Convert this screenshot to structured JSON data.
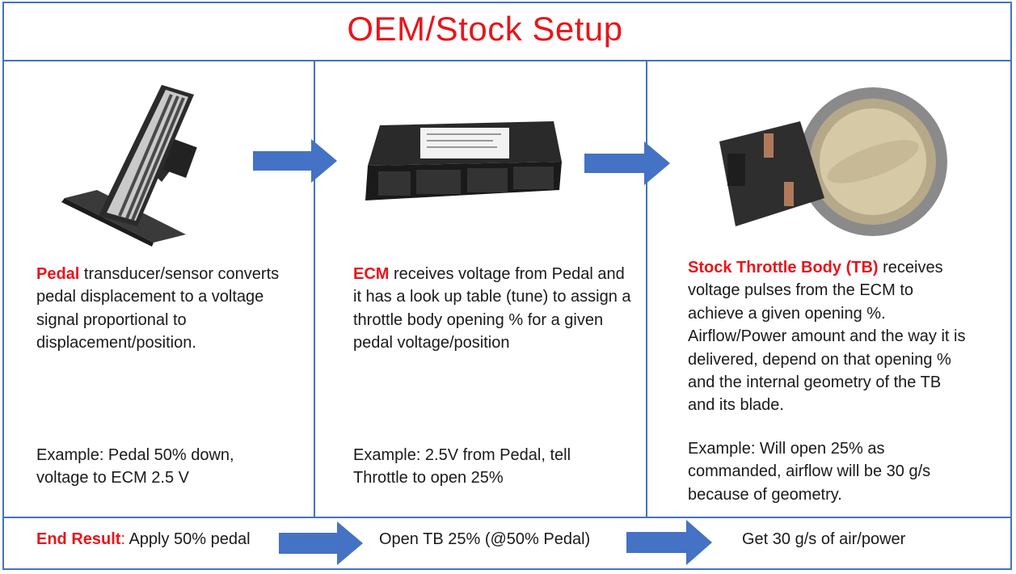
{
  "title": "OEM/Stock Setup",
  "columns": [
    {
      "image": "accelerator-pedal-photo",
      "highlight": "Pedal",
      "text": " transducer/sensor converts pedal displacement to a voltage signal proportional to displacement/position.",
      "example": "Example: Pedal 50% down, voltage to ECM 2.5 V"
    },
    {
      "image": "ecm-module-photo",
      "highlight": "ECM",
      "text": " receives voltage from Pedal and it has a look up table (tune) to assign a throttle body opening % for a given pedal voltage/position",
      "example": "Example: 2.5V from Pedal, tell Throttle to open 25%"
    },
    {
      "image": "throttle-body-photo",
      "highlight": "Stock Throttle Body (TB)",
      "text": " receives voltage pulses from the ECM to achieve a given opening %. Airflow/Power amount and the way it is delivered, depend on that opening % and the internal geometry of the TB and its blade.",
      "example": "Example: Will open 25% as commanded, airflow will be 30 g/s because of geometry."
    }
  ],
  "bottom": {
    "label": "End Result",
    "colon": ":",
    "step1": " Apply 50% pedal",
    "step2": "Open TB 25% (@50% Pedal)",
    "step3": "Get 30 g/s of air/power"
  },
  "colors": {
    "accent": "#e8151b",
    "border": "#4472c4",
    "arrow": "#4472c4"
  }
}
